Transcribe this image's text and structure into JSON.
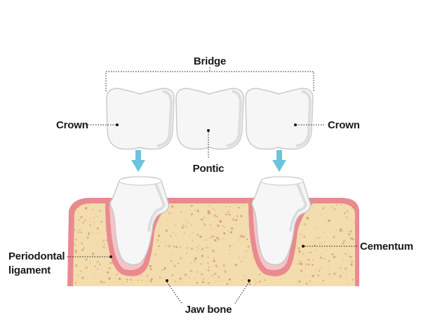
{
  "labels": {
    "bridge": "Bridge",
    "crown_left": "Crown",
    "crown_right": "Crown",
    "pontic": "Pontic",
    "cementum": "Cementum",
    "periodontal_line1": "Periodontal",
    "periodontal_line2": "ligament",
    "jaw_bone": "Jaw bone"
  },
  "colors": {
    "tooth": "#f6f6f6",
    "tooth_shadow": "#d9dadb",
    "gum": "#e98a90",
    "gum_light": "#f4c4c6",
    "bone": "#f3dcae",
    "bone_speck": "#c9935a",
    "arrow": "#6cc3de"
  }
}
